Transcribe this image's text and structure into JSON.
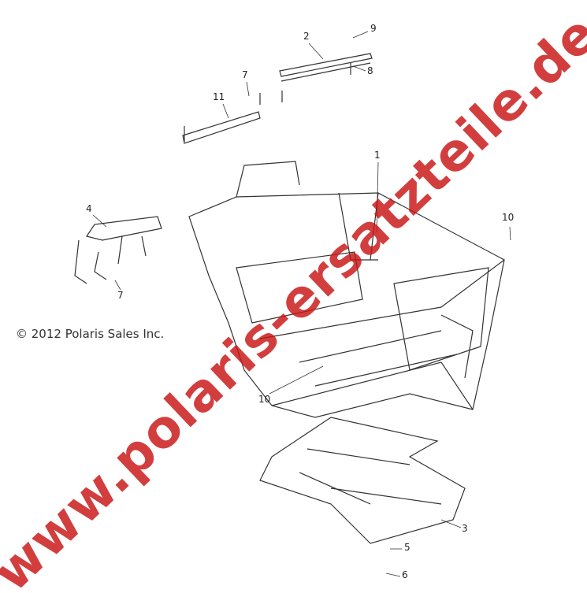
{
  "copyright": "© 2012 Polaris Sales Inc.",
  "watermark": "www.polaris-ersatzteile.de",
  "watermark_color": "#c81414",
  "callouts": [
    "1",
    "2",
    "3",
    "4",
    "5",
    "6",
    "7",
    "7",
    "8",
    "9",
    "10",
    "10",
    "11"
  ]
}
